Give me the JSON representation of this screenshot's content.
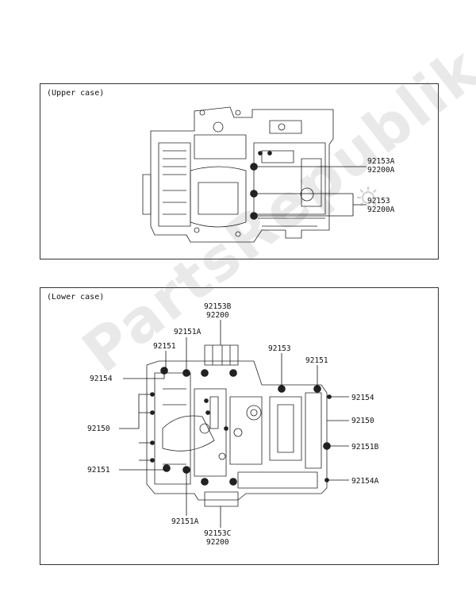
{
  "upper_case": {
    "title": "(Upper case)",
    "labels": {
      "a1": "92153A",
      "a2": "92200A",
      "b1": "92153",
      "b2": "92200A"
    }
  },
  "lower_case": {
    "title": "(Lower case)",
    "labels": {
      "top_b1": "92153B",
      "top_b2": "92200",
      "l_92151A": "92151A",
      "l_92151_top": "92151",
      "l_92154_left": "92154",
      "l_92150_left": "92150",
      "l_92151_left": "92151",
      "r_92153": "92153",
      "r_92151": "92151",
      "r_92154": "92154",
      "r_92150": "92150",
      "r_92151B": "92151B",
      "r_92154A": "92154A",
      "bot_92151A": "92151A",
      "bot_c1": "92153C",
      "bot_c2": "92200"
    }
  },
  "watermark": "PartsRepublik",
  "icons": [
    "gear-icon"
  ]
}
